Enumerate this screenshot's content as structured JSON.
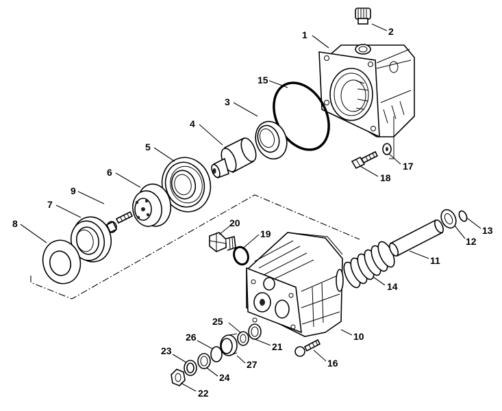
{
  "diagram": {
    "colors": {
      "ink": "#000000",
      "paper": "#ffffff"
    },
    "callouts": [
      "1",
      "2",
      "3",
      "4",
      "5",
      "6",
      "7",
      "8",
      "9",
      "10",
      "11",
      "12",
      "13",
      "14",
      "15",
      "16",
      "17",
      "18",
      "19",
      "20",
      "21",
      "22",
      "23",
      "24",
      "25",
      "26",
      "27"
    ]
  }
}
